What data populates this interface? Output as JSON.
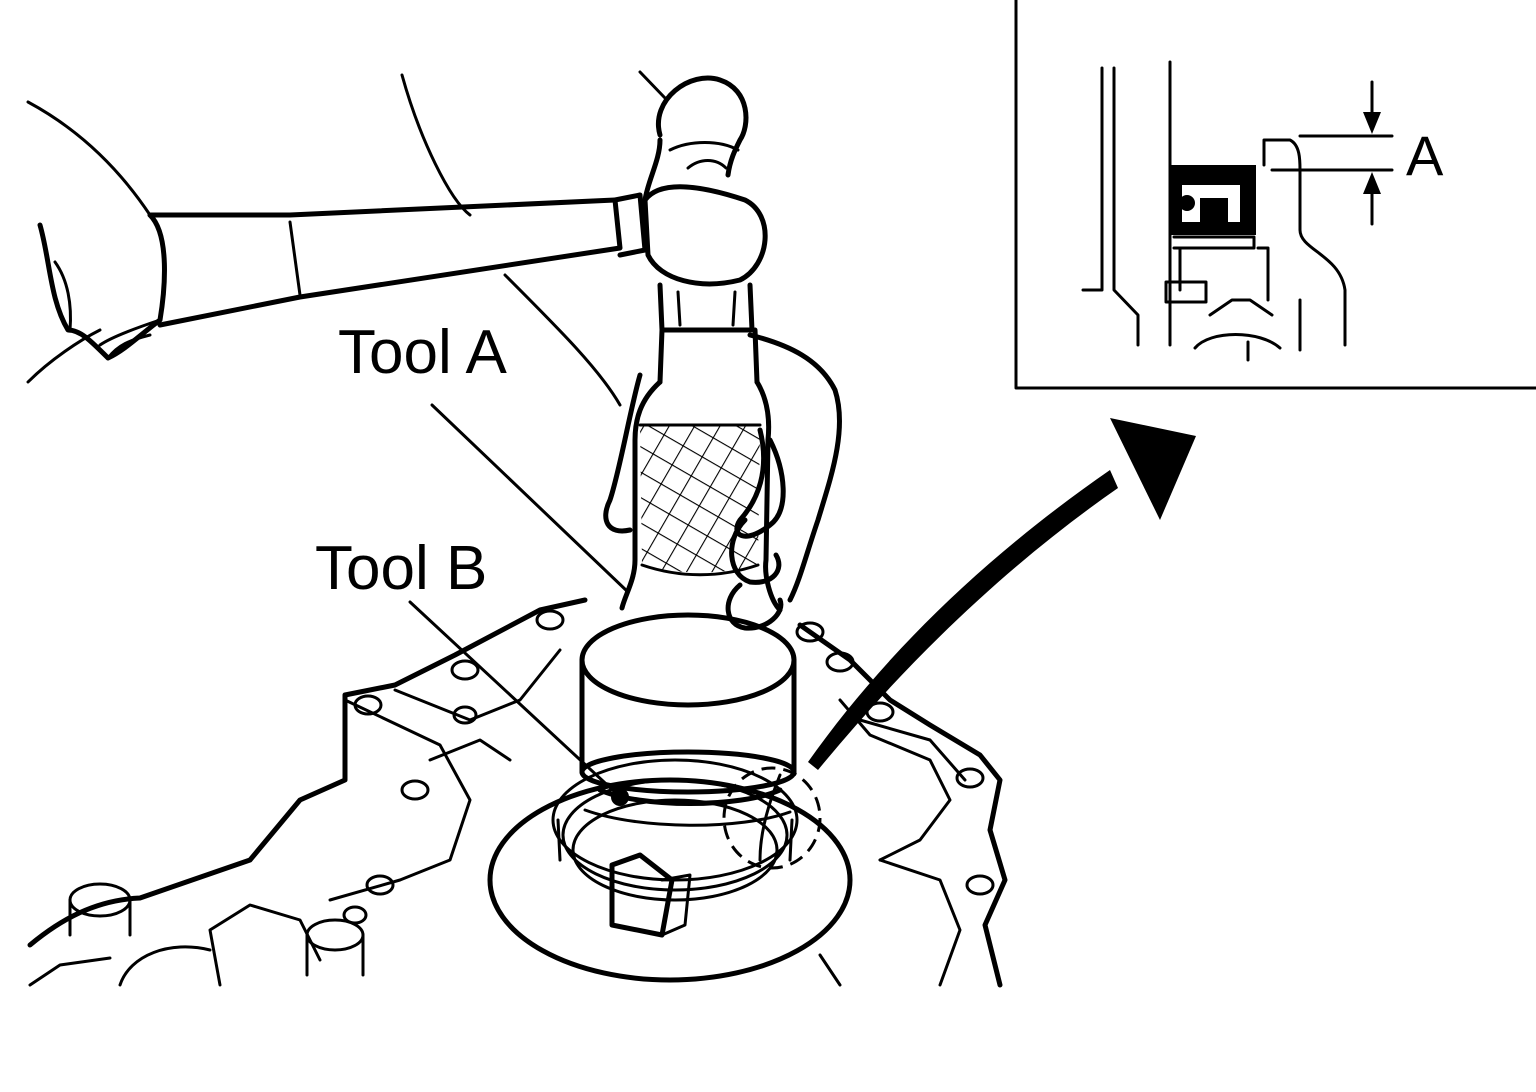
{
  "labels": {
    "tool_a": "Tool A",
    "tool_b": "Tool B",
    "dimension_a": "A"
  },
  "colors": {
    "line": "#000000",
    "background": "#ffffff"
  }
}
